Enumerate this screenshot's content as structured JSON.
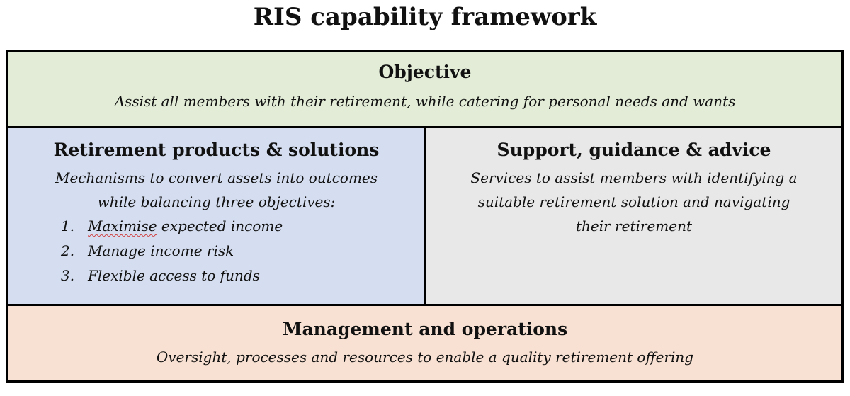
{
  "title": "RIS capability framework",
  "colors": {
    "objective_bg": "#e2ecd7",
    "products_bg": "#d5def0",
    "support_bg": "#e8e8e8",
    "management_bg": "#f8e1d2",
    "border": "#000000"
  },
  "objective": {
    "heading": "Objective",
    "description": "Assist all members with their retirement, while catering for personal needs and wants"
  },
  "products": {
    "heading": "Retirement products & solutions",
    "description_line1": "Mechanisms to convert assets into outcomes",
    "description_line2": "while balancing three objectives:",
    "items": [
      {
        "number": "1.",
        "label_first": "Maximise",
        "label_rest": " expected income"
      },
      {
        "number": "2.",
        "label_first": "",
        "label_rest": "Manage income risk"
      },
      {
        "number": "3.",
        "label_first": "",
        "label_rest": "Flexible access to funds"
      }
    ]
  },
  "support": {
    "heading": "Support, guidance & advice",
    "description_line1": "Services to assist members with identifying a",
    "description_line2": "suitable retirement solution and navigating",
    "description_line3": "their retirement"
  },
  "management": {
    "heading": "Management and operations",
    "description": "Oversight, processes and resources to enable a quality retirement offering"
  }
}
